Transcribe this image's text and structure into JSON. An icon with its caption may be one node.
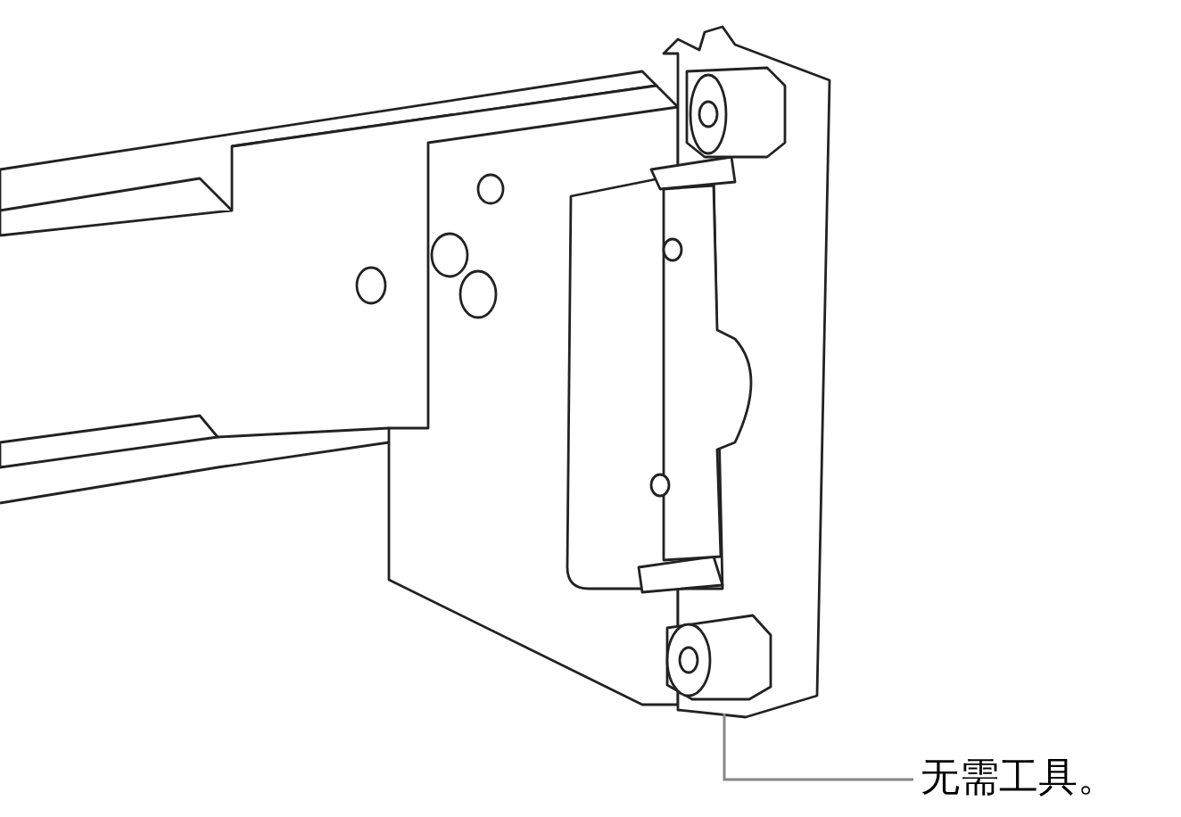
{
  "diagram": {
    "nodes": [
      {
        "text": [],
        "shape": "picture"
      },
      {
        "text": [
          "无需工具。"
        ]
      }
    ],
    "edges": [
      {
        "from": 1,
        "to": 0,
        "arrow": "none"
      }
    ]
  }
}
